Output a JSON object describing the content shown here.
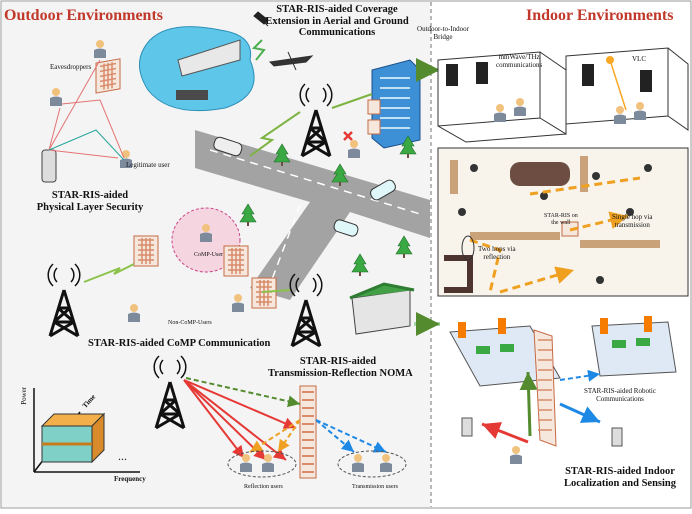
{
  "sections": {
    "outdoor": "Outdoor Environments",
    "indoor": "Indoor Environments"
  },
  "titles": {
    "coverage_line1": "STAR-RIS-aided Coverage",
    "coverage_line2": "Extension in Aerial and Ground",
    "coverage_line3": "Communications",
    "pls_line1": "STAR-RIS-aided",
    "pls_line2": "Physical Layer Security",
    "comp": "STAR-RIS-aided CoMP Communication",
    "noma_line1": "STAR-RIS-aided",
    "noma_line2": "Transmission-Reflection NOMA",
    "loc_line1": "STAR-RIS-aided Indoor",
    "loc_line2": "Localization and Sensing"
  },
  "labels": {
    "eavesdroppers": "Eavesdroppers",
    "legit_user": "Legitimate user",
    "comp_user": "CoMP-User",
    "non_comp": "Non-CoMP-Users",
    "o2i_line1": "Outdoor-to-Indoor",
    "o2i_line2": "Bridge",
    "mmwave_line1": "mmWave/THz",
    "mmwave_line2": "communications",
    "vlc": "VLC",
    "star_ris_wall_line1": "STAR-RIS on",
    "star_ris_wall_line2": "the wall",
    "single_hop_line1": "Single hop via",
    "single_hop_line2": "transmission",
    "two_hops_line1": "Two hops via",
    "two_hops_line2": "reflection",
    "robotic_line1": "STAR-RIS-aided Robotic",
    "robotic_line2": "Communications",
    "power": "Power",
    "time": "Time",
    "frequency": "Frequency",
    "dots": "...",
    "reflection_users": "Reflection users",
    "transmission_users": "Transmission users"
  },
  "colors": {
    "section_title": "#c0392b",
    "divider": "#888888",
    "ris_panel": "#d98b6b",
    "reflection_arrow": "#e53935",
    "transmission_arrow": "#1e88e5",
    "noma_green": "#558b2f"
  }
}
